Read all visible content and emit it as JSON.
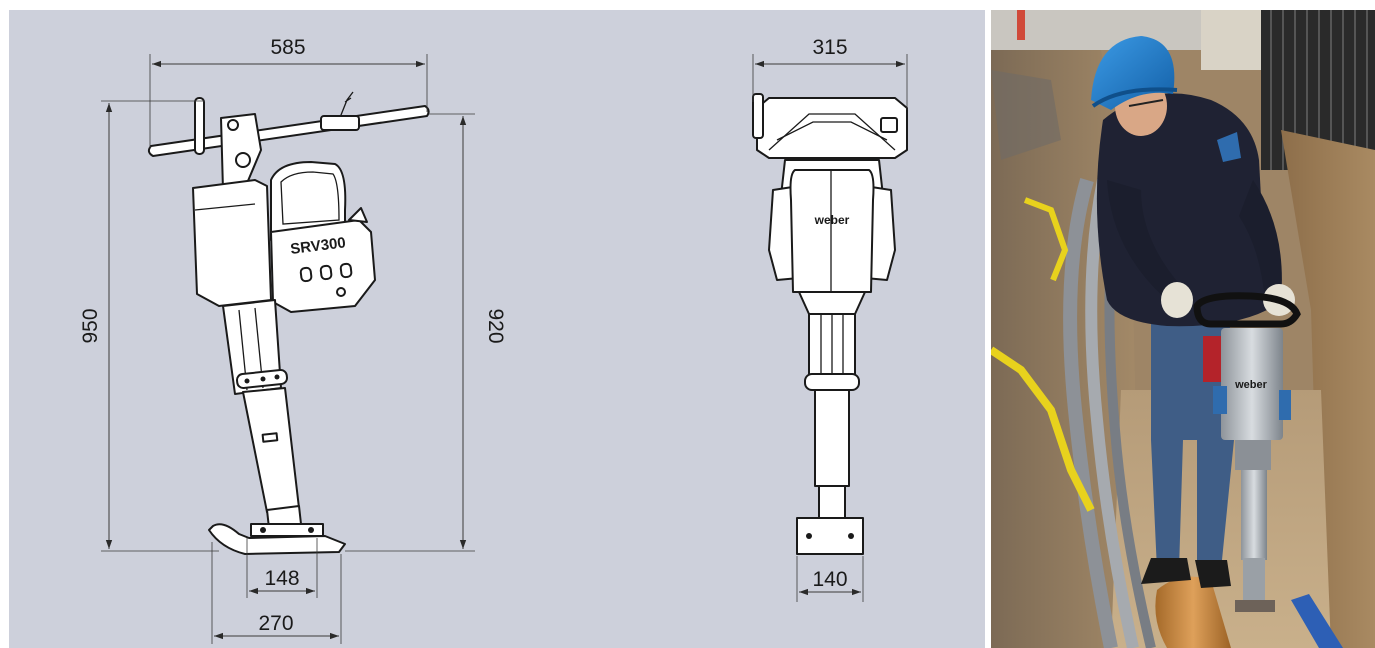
{
  "side_view": {
    "model_label": "SRV300",
    "dim_width": "585",
    "dim_height_overall": "950",
    "dim_height_handle": "920",
    "dim_foot_inner": "148",
    "dim_foot_length": "270"
  },
  "front_view": {
    "brand_label": "weber",
    "dim_width": "315",
    "dim_foot_width": "140"
  },
  "photo": {
    "brand_label": "weber"
  },
  "colors": {
    "drawing_background": "#cdd0db",
    "helmet": "#1e7fd0",
    "jacket": "#1f2233",
    "trench_soil": "#9a8060",
    "pipe": "#c98a3c"
  }
}
